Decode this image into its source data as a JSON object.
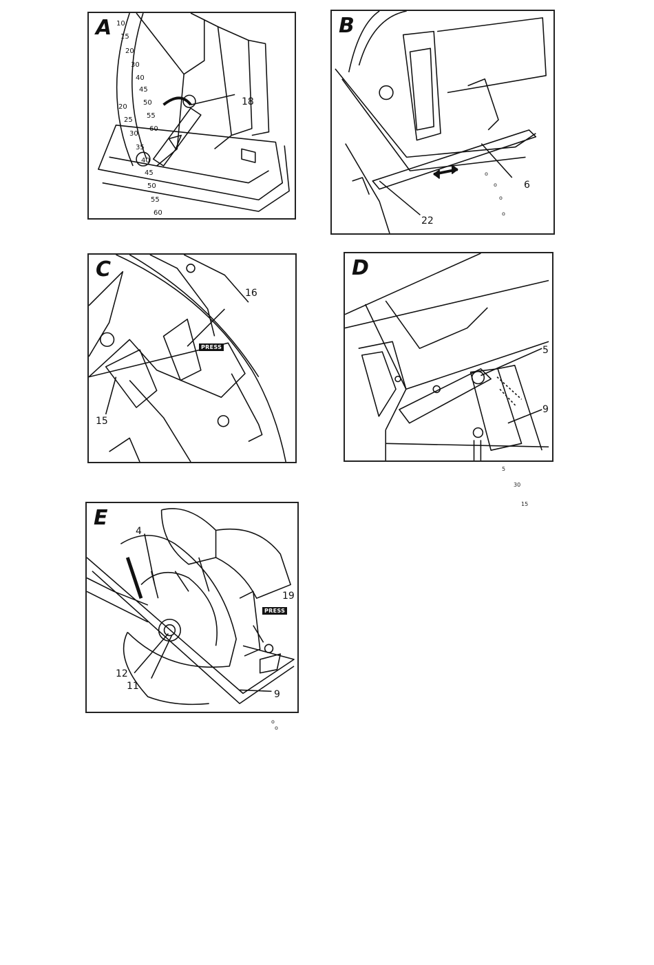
{
  "panels": {
    "a": {
      "letter": "A",
      "callouts": {
        "c18": "18"
      },
      "outer_scale": [
        "20",
        "25",
        "30",
        "35",
        "40",
        "45",
        "50",
        "55",
        "60"
      ],
      "inner_scale": [
        "10",
        "15",
        "20",
        "30",
        "40",
        "45",
        "50",
        "55",
        "60"
      ]
    },
    "b": {
      "letter": "B",
      "callouts": {
        "c6": "6",
        "c22": "22"
      },
      "stray_marks": [
        "o",
        "o",
        "o",
        "o"
      ]
    },
    "c": {
      "letter": "C",
      "callouts": {
        "c16": "16",
        "c15": "15"
      },
      "press_label": "PRESS"
    },
    "d": {
      "letter": "D",
      "callouts": {
        "c5": "5",
        "c9": "9"
      },
      "stray_marks": [
        "5",
        "30",
        "15"
      ]
    },
    "e": {
      "letter": "E",
      "callouts": {
        "c4": "4",
        "c19": "19",
        "c12": "12",
        "c11": "11",
        "c9": "9"
      },
      "press_label": "PRESS",
      "stray_marks": [
        "o",
        "o"
      ]
    }
  }
}
